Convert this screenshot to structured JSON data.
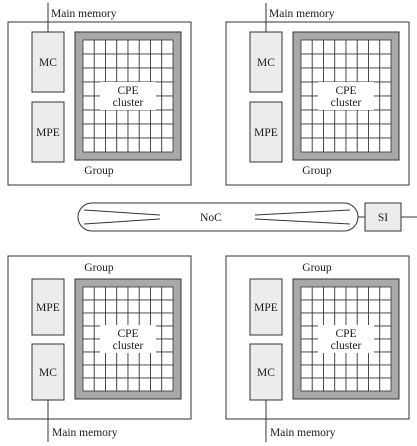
{
  "labels": {
    "main_memory": "Main memory",
    "mc": "MC",
    "mpe": "MPE",
    "cpe_cluster_line1": "CPE",
    "cpe_cluster_line2": "cluster",
    "group": "Group",
    "noc": "NoC",
    "si": "SI"
  },
  "groups": [
    {
      "id": "top-left",
      "orientation": "top",
      "controller_top": "mc",
      "controller_bottom": "mpe"
    },
    {
      "id": "top-right",
      "orientation": "top",
      "controller_top": "mc",
      "controller_bottom": "mpe"
    },
    {
      "id": "bottom-left",
      "orientation": "bottom",
      "controller_top": "mpe",
      "controller_bottom": "mc"
    },
    {
      "id": "bottom-right",
      "orientation": "bottom",
      "controller_top": "mpe",
      "controller_bottom": "mc"
    }
  ],
  "grid": {
    "rows": 8,
    "cols": 8
  },
  "colors": {
    "stroke": "#333333",
    "box_fill": "#ffffff",
    "module_fill": "#ececec",
    "cluster_frame_fill": "#a8a8a8",
    "cell_fill": "#ffffff",
    "label_fill": "#ffffff"
  }
}
